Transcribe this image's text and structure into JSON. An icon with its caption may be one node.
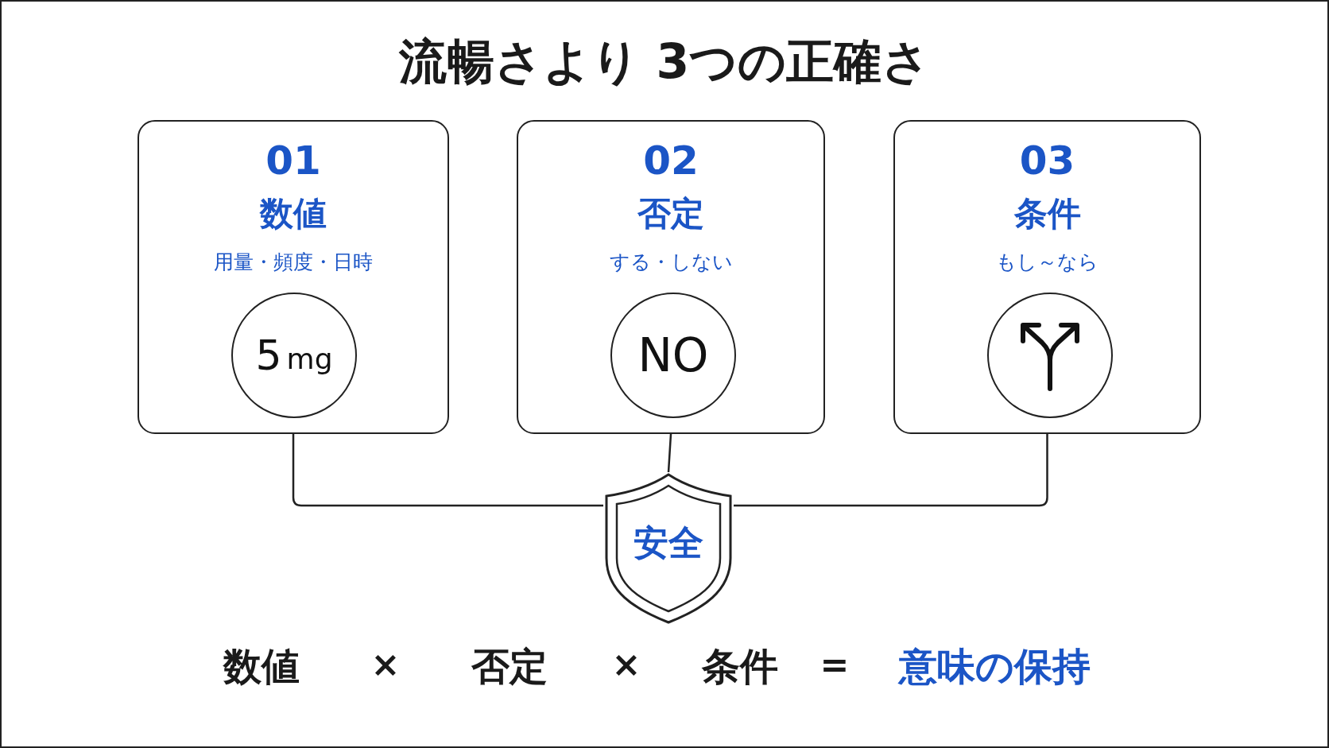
{
  "diagram": {
    "title": "流暢さより 3つの正確さ",
    "nodes": [
      {
        "text": [
          "01",
          "数値",
          "用量・頻度・日時"
        ]
      },
      {
        "text": [
          "5",
          "mg"
        ],
        "in": 0
      },
      {
        "text": [
          "02",
          "否定",
          "する・しない"
        ]
      },
      {
        "text": [
          "NO"
        ],
        "in": 2
      },
      {
        "text": [
          "03",
          "条件",
          "もし～なら"
        ]
      },
      {
        "text": [],
        "shape": "circle",
        "in": 4
      },
      {
        "text": [
          "安全"
        ]
      }
    ],
    "edges": [
      {
        "from": 0,
        "to": 6,
        "arrow": "none"
      },
      {
        "from": 2,
        "to": 6,
        "arrow": "none"
      },
      {
        "from": 4,
        "to": 6,
        "arrow": "none"
      }
    ],
    "labels": [
      "数値",
      "×",
      "否定",
      "×",
      "条件",
      "=",
      "意味の保持"
    ]
  }
}
